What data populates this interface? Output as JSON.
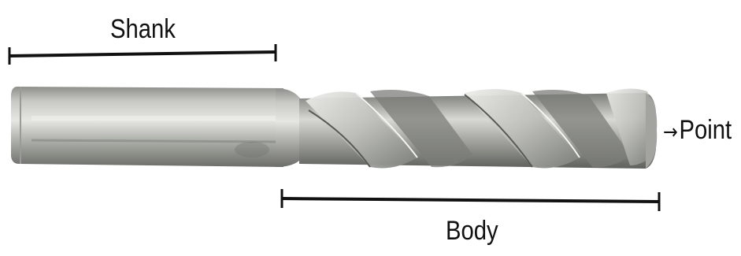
{
  "labels": {
    "shank": "Shank",
    "body": "Body",
    "point": "Point",
    "point_arrow": "→"
  },
  "colors": {
    "ink": "#111111",
    "steel_light": "#d9d9d6",
    "steel_mid": "#a7a8a3",
    "steel_dark": "#5f615c"
  }
}
